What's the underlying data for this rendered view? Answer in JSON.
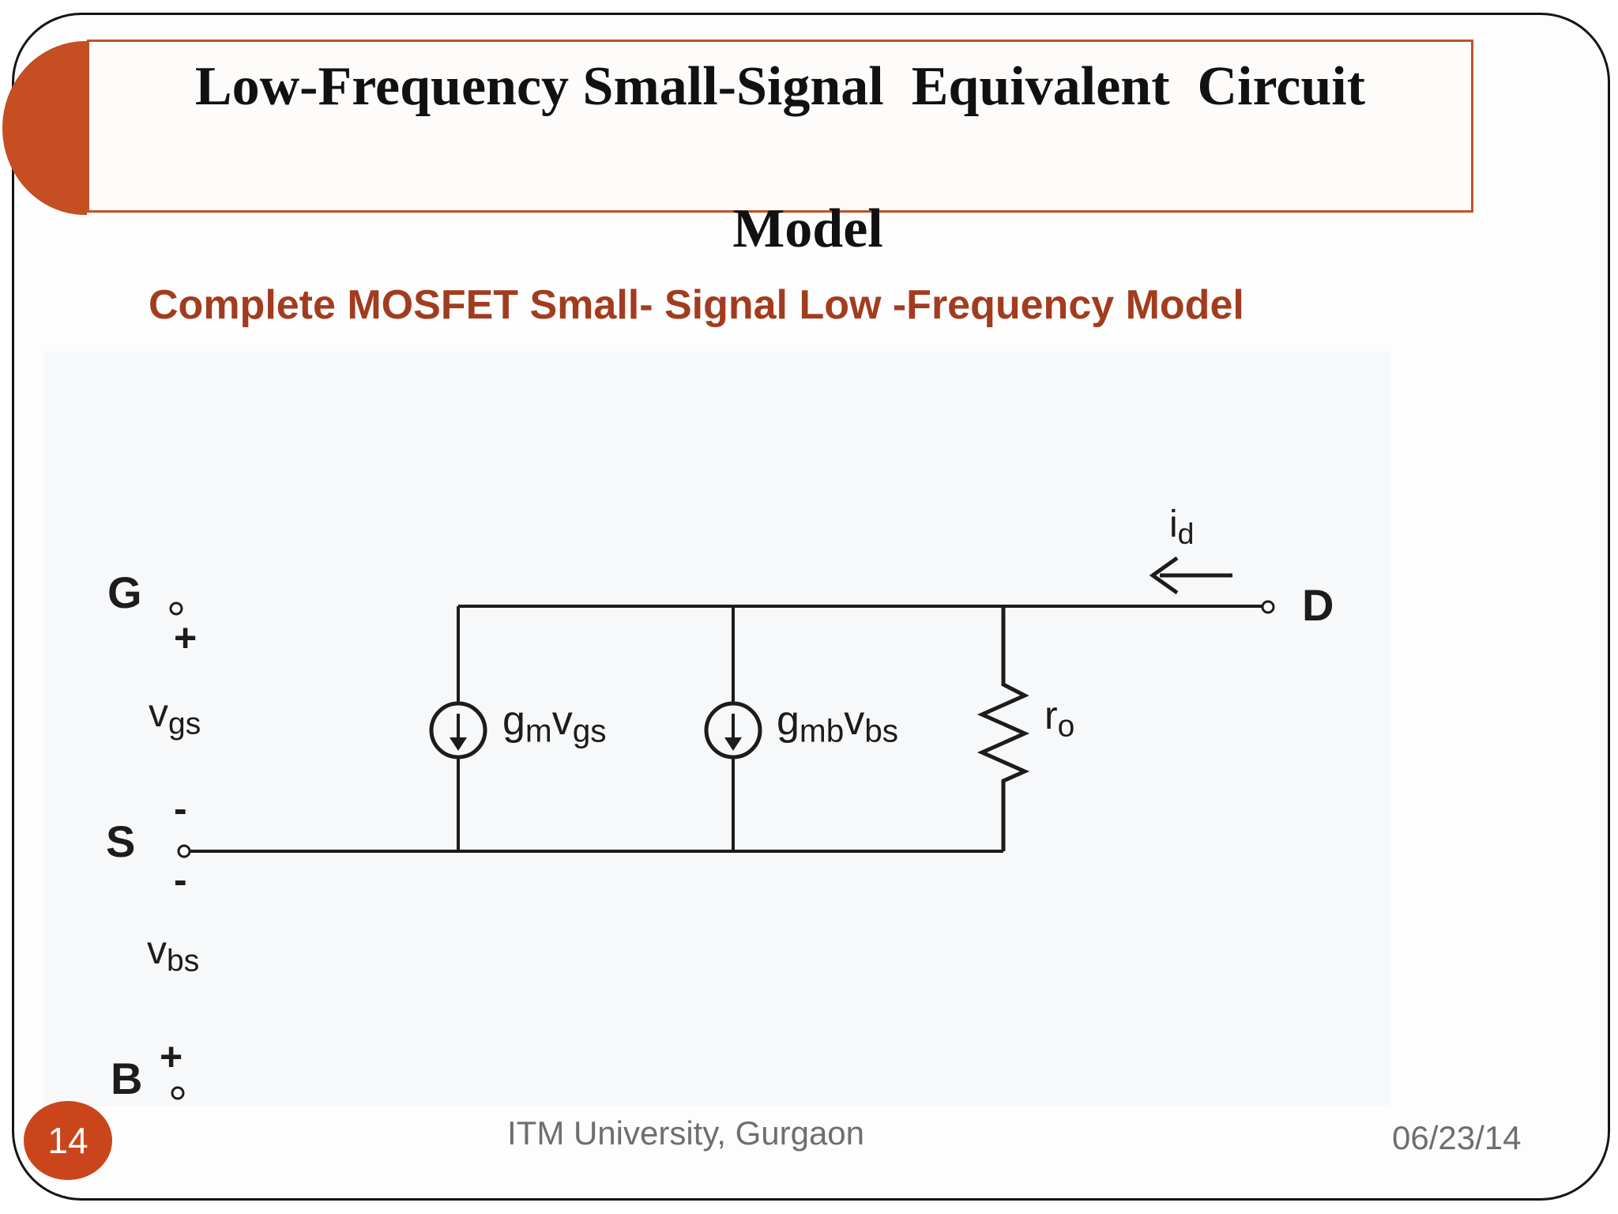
{
  "slide": {
    "title": {
      "line1": "Low-Frequency Small-Signal  Equivalent  Circuit",
      "line2": "Model"
    },
    "subtitle": "Complete MOSFET Small- Signal Low -Frequency Model",
    "footer": {
      "page_number": "14",
      "center_text": "ITM University, Gurgaon",
      "date": "06/23/14"
    }
  },
  "colors": {
    "accent_orange": "#c54e22",
    "title_border": "#bf5229",
    "badge_orange": "#cb451c",
    "heading_red": "#a23c1e",
    "footer_gray": "#6e6e72",
    "ink": "#1c1c1c"
  },
  "circuit": {
    "terminals": {
      "gate": "G",
      "source": "S",
      "bulk": "B",
      "drain": "D"
    },
    "signs": {
      "plus": "+",
      "minus": "-"
    },
    "formulas": {
      "vgs": {
        "main": "v",
        "sub": "gs"
      },
      "vbs": {
        "main": "v",
        "sub": "bs"
      },
      "gmvgs": {
        "g": "g",
        "gsub": "m",
        "v": "v",
        "vsub": "gs"
      },
      "gmbvbs": {
        "g": "g",
        "gsub": "mb",
        "v": "v",
        "vsub": "bs"
      },
      "ro": {
        "main": "r",
        "sub": "o"
      },
      "id": {
        "main": "i",
        "sub": "d"
      }
    }
  }
}
